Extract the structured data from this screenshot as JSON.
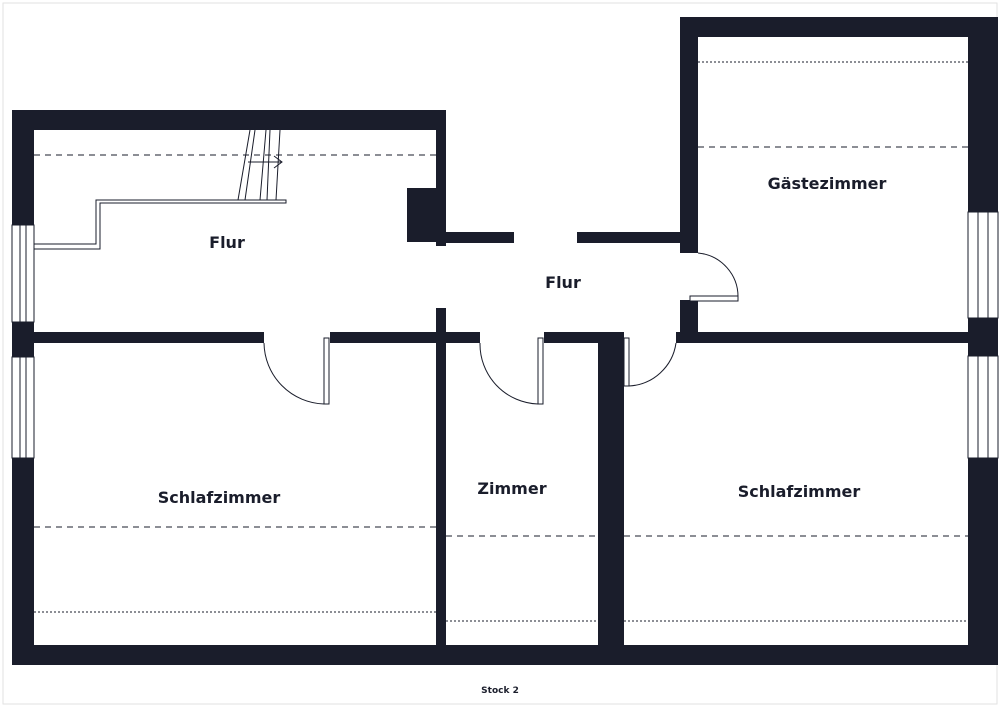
{
  "rooms": {
    "flur_left": "Flur",
    "flur_center": "Flur",
    "gaestezimmer": "Gästezimmer",
    "schlafzimmer_left": "Schlafzimmer",
    "zimmer": "Zimmer",
    "schlafzimmer_right": "Schlafzimmer"
  },
  "floor_label": "Stock 2",
  "colors": {
    "wall": "#1a1d2b",
    "background": "#ffffff",
    "frame": "#e2e2e2"
  }
}
